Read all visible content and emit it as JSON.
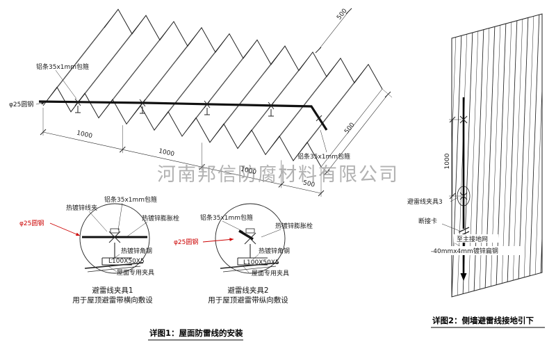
{
  "watermark": "河南邦信防腐材料有限公司",
  "roof": {
    "label_strip_top": "铝条35x1mm包箍",
    "label_rod": "φ25圆钢",
    "label_strip_right": "铝条35x1mm包箍",
    "dims": [
      "1000",
      "1000",
      "1000",
      "500"
    ],
    "dim_side_right": "500",
    "dim_side_top": "500"
  },
  "clamp1": {
    "labels": {
      "strip": "铝条35x1mm包箍",
      "wire_clip": "热镀锌线夹",
      "anchor": "热镀锌膨胀栓",
      "rod": "φ25圆钢",
      "angle_steel": "热镀锌角钢",
      "angle_size": "L100X50X5",
      "roof_clamp": "屋面专用夹具"
    },
    "title": "避雷线夹具1",
    "subtitle": "用于屋顶避雷带横向敷设"
  },
  "clamp2": {
    "labels": {
      "strip": "铝条35x1mm包箍",
      "anchor": "热镀锌膨胀栓",
      "rod": "φ25圆钢",
      "angle_steel": "热镀锌角钢",
      "angle_size": "L100X50X5",
      "roof_clamp": "屋面专用夹具"
    },
    "title": "避雷线夹具2",
    "subtitle": "用于屋顶避雷带纵向敷设"
  },
  "wall": {
    "labels": {
      "clamp": "避雷线夹具3",
      "disconnect": "断接卡",
      "ground": "至主接地网",
      "flat_steel": "-40mmx4mm镀锌扁钢"
    },
    "dim": "1000"
  },
  "captions": {
    "detail1": "详图1：屋面防雷线的安装",
    "detail2": "详图2：侧墙避雷线接地引下"
  },
  "colors": {
    "line": "#222222",
    "red": "#cc0000",
    "watermark": "#a0a0a0"
  }
}
